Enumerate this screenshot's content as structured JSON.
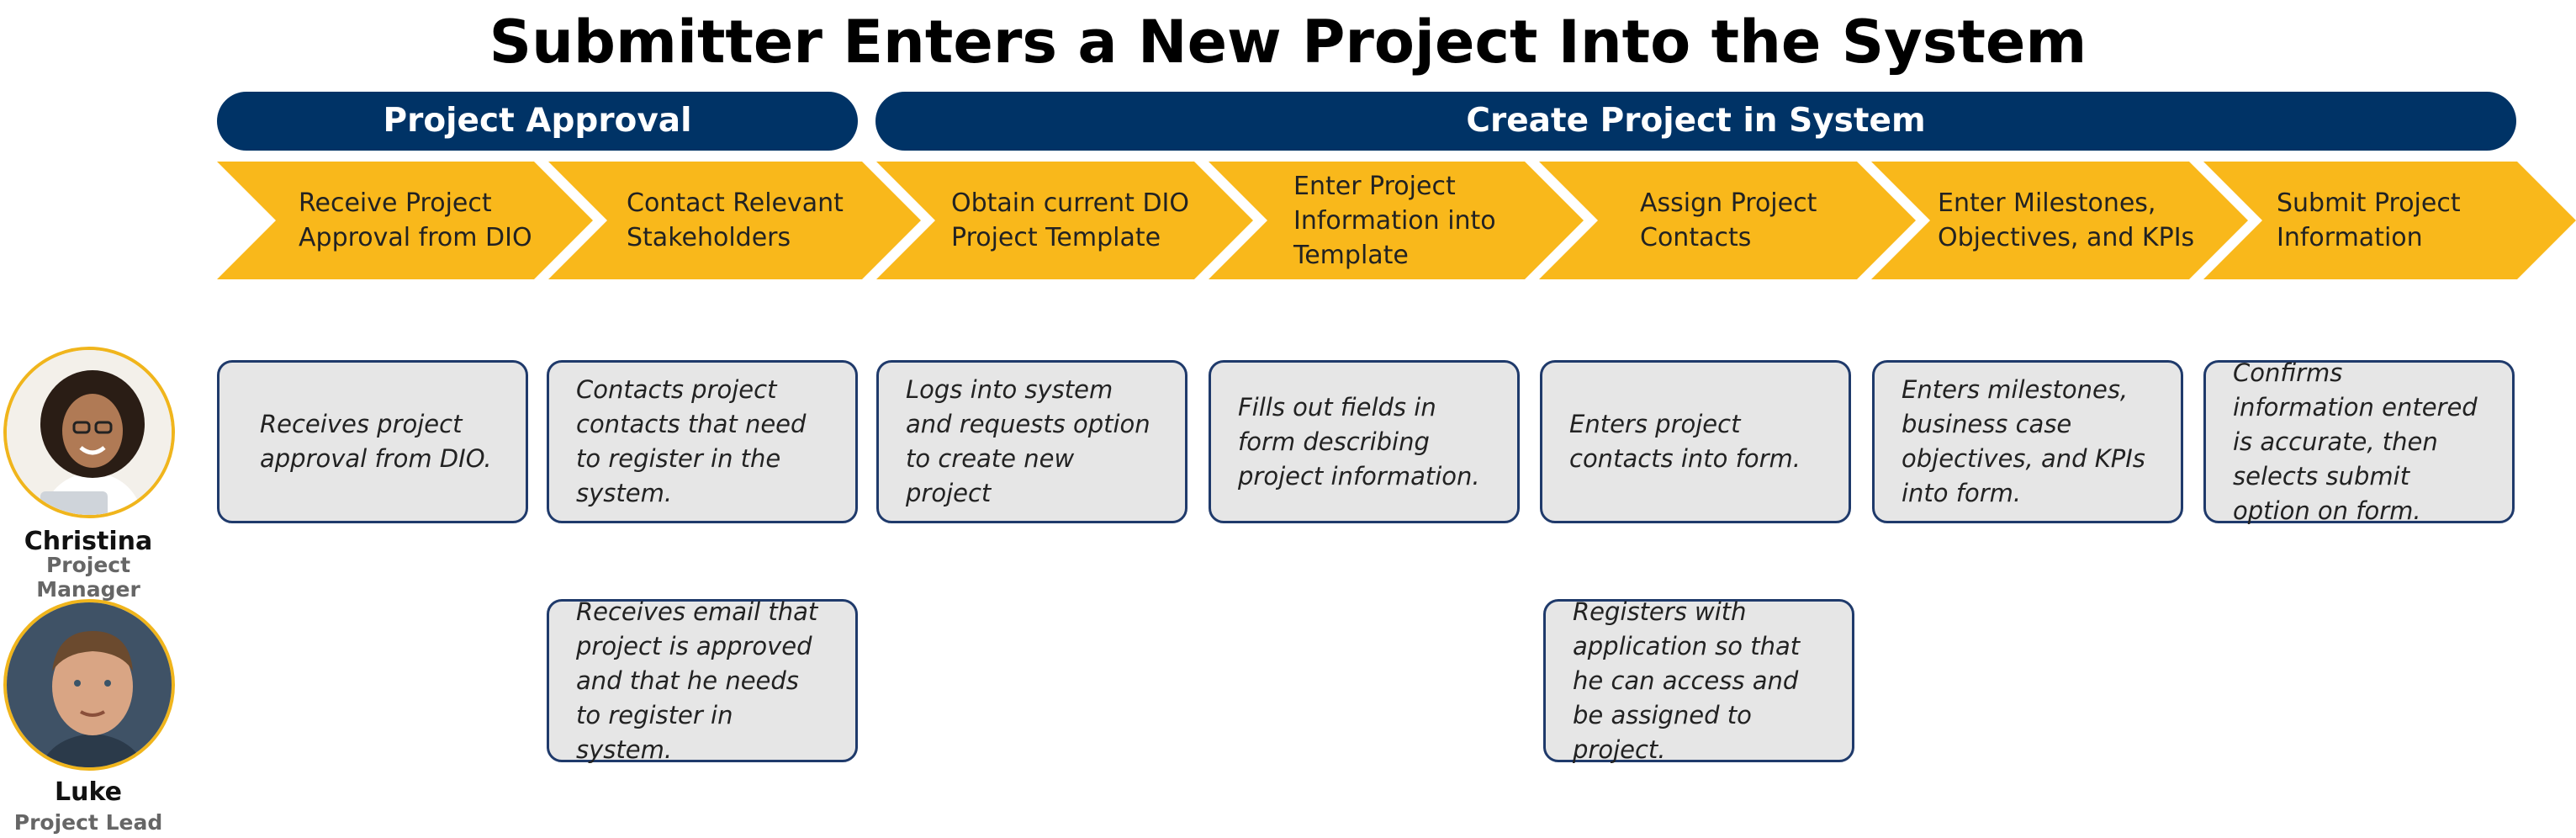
{
  "title": "Submitter Enters a New Project Into the System",
  "colors": {
    "navy": "#003366",
    "gold": "#f9b81b",
    "card_bg": "#e6e6e6",
    "card_border": "#1f3a6b"
  },
  "phases": [
    {
      "label": "Project Approval"
    },
    {
      "label": "Create Project in System"
    }
  ],
  "steps": [
    {
      "label": "Receive Project Approval from DIO"
    },
    {
      "label": "Contact Relevant Stakeholders"
    },
    {
      "label": "Obtain current DIO Project Template"
    },
    {
      "label": "Enter Project Information into Template"
    },
    {
      "label": "Assign Project Contacts"
    },
    {
      "label": "Enter Milestones, Objectives, and KPIs"
    },
    {
      "label": "Submit Project Information"
    }
  ],
  "personas": [
    {
      "name": "Christina",
      "role": "Project Manager",
      "actions": [
        "Receives project approval from DIO.",
        "Contacts project contacts that need to register in the system.",
        "Logs into system and requests option to create new project",
        "Fills out fields in form describing project information.",
        "Enters project contacts into form.",
        "Enters milestones, business case objectives, and KPIs into form.",
        "Confirms information entered is accurate, then selects submit option on form."
      ]
    },
    {
      "name": "Luke",
      "role": "Project Lead",
      "actions": [
        "Receives email that project is approved and that he needs to register in system.",
        "Registers with application so that he can access and be assigned to project."
      ]
    }
  ]
}
